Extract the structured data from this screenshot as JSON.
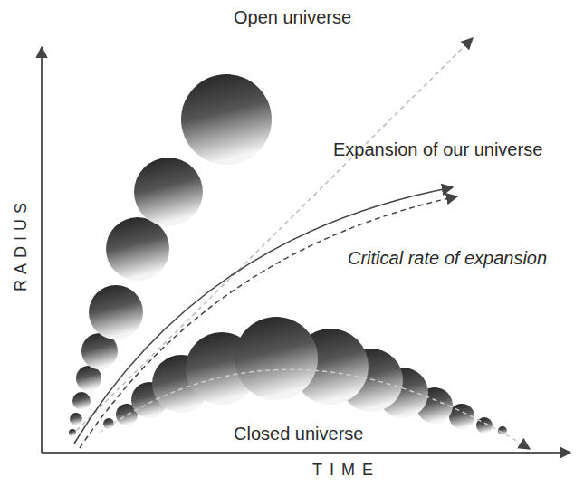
{
  "diagram": {
    "labels": [
      "Open universe",
      "Expansion of our universe",
      "Critical rate of expansion",
      "Closed universe",
      "RADIUS",
      "TIME"
    ]
  }
}
